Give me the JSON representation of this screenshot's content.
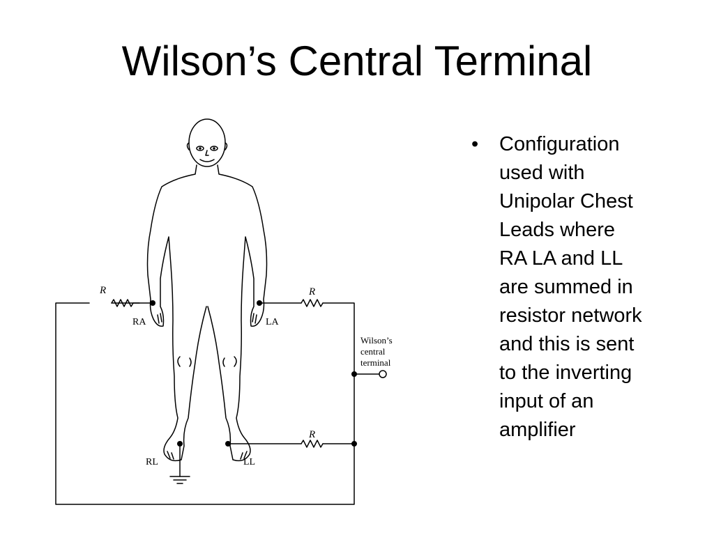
{
  "title": "Wilson’s Central Terminal",
  "diagram": {
    "labels": {
      "resistor_ra": "R",
      "resistor_la": "R",
      "resistor_ll": "R",
      "ra": "RA",
      "la": "LA",
      "rl": "RL",
      "ll": "LL",
      "terminal_line1": "Wilson’s",
      "terminal_line2": "central",
      "terminal_line3": "terminal"
    }
  },
  "bullets": {
    "symbol": "•",
    "item1_lines": [
      "Configuration",
      "used with",
      "Unipolar Chest",
      "Leads where",
      "RA LA and LL",
      "are summed in",
      "resistor network",
      "and this is sent",
      "to the inverting",
      "input of an",
      "amplifier"
    ]
  }
}
